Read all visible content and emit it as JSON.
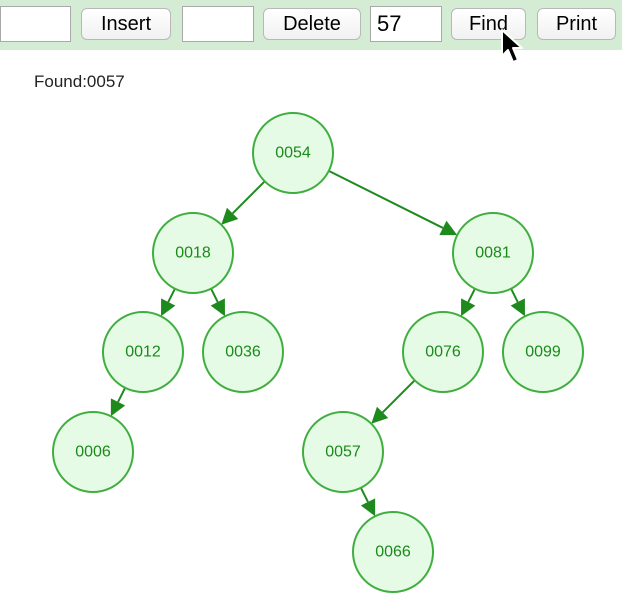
{
  "toolbar": {
    "insert_input_value": "",
    "insert_button_label": "Insert",
    "delete_input_value": "",
    "delete_button_label": "Delete",
    "find_input_value": "57",
    "find_button_label": "Find",
    "print_button_label": "Print"
  },
  "status_text": "Found:0057",
  "colors": {
    "toolbar_background": "#d4ecd4",
    "node_fill": "#e6fbe6",
    "node_stroke": "#3fae3f",
    "node_text": "#1a8a1a",
    "edge": "#1e8a1e"
  },
  "tree": {
    "nodes": [
      {
        "id": "n54",
        "label": "0054"
      },
      {
        "id": "n18",
        "label": "0018"
      },
      {
        "id": "n81",
        "label": "0081"
      },
      {
        "id": "n12",
        "label": "0012"
      },
      {
        "id": "n36",
        "label": "0036"
      },
      {
        "id": "n76",
        "label": "0076"
      },
      {
        "id": "n99",
        "label": "0099"
      },
      {
        "id": "n06",
        "label": "0006"
      },
      {
        "id": "n57",
        "label": "0057"
      },
      {
        "id": "n66",
        "label": "0066"
      }
    ],
    "edges": [
      [
        "n54",
        "n18"
      ],
      [
        "n54",
        "n81"
      ],
      [
        "n18",
        "n12"
      ],
      [
        "n18",
        "n36"
      ],
      [
        "n81",
        "n76"
      ],
      [
        "n81",
        "n99"
      ],
      [
        "n12",
        "n06"
      ],
      [
        "n76",
        "n57"
      ],
      [
        "n57",
        "n66"
      ]
    ]
  }
}
